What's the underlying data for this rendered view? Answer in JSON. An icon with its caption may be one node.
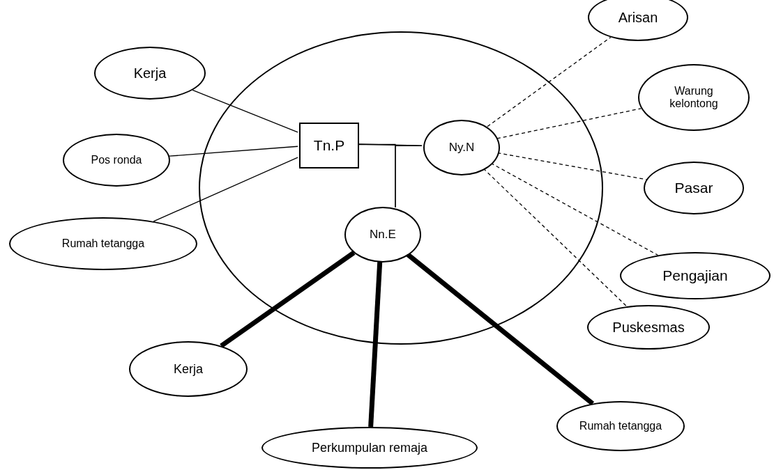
{
  "diagram": {
    "nodes": [
      {
        "text": [],
        "shape": "circle"
      },
      {
        "text": [
          "Tn.P"
        ],
        "in": 0
      },
      {
        "text": [
          "Ny.N"
        ],
        "in": 0
      },
      {
        "text": [
          "Nn.E"
        ],
        "in": 0
      },
      {
        "text": [
          "Kerja"
        ]
      },
      {
        "text": [
          "Pos ronda"
        ]
      },
      {
        "text": [
          "Rumah tetangga"
        ]
      },
      {
        "text": [
          "Arisan"
        ]
      },
      {
        "text": [
          "Warung kelontong"
        ]
      },
      {
        "text": [
          "Pasar"
        ]
      },
      {
        "text": [
          "Pengajian"
        ]
      },
      {
        "text": [
          "Puskesmas"
        ]
      },
      {
        "text": [
          "Kerja"
        ]
      },
      {
        "text": [
          "Perkumpulan remaja"
        ]
      },
      {
        "text": [
          "Rumah tetangga"
        ]
      }
    ],
    "edges": [
      {
        "from": 1,
        "to": 2,
        "arrow": "none"
      },
      {
        "from": 1,
        "to": 3,
        "arrow": "none"
      },
      {
        "from": 2,
        "to": 3,
        "arrow": "none"
      },
      {
        "from": 1,
        "to": 4,
        "arrow": "none"
      },
      {
        "from": 1,
        "to": 5,
        "arrow": "none"
      },
      {
        "from": 1,
        "to": 6,
        "arrow": "none"
      },
      {
        "from": 2,
        "to": 7,
        "arrow": "none",
        "style": "dashed"
      },
      {
        "from": 2,
        "to": 8,
        "arrow": "none",
        "style": "dashed"
      },
      {
        "from": 2,
        "to": 9,
        "arrow": "none",
        "style": "dashed"
      },
      {
        "from": 2,
        "to": 10,
        "arrow": "none",
        "style": "dashed"
      },
      {
        "from": 2,
        "to": 11,
        "arrow": "none",
        "style": "dashed"
      },
      {
        "from": 3,
        "to": 12,
        "arrow": "none",
        "style": "thick"
      },
      {
        "from": 3,
        "to": 13,
        "arrow": "none",
        "style": "thick"
      },
      {
        "from": 3,
        "to": 14,
        "arrow": "none",
        "style": "thick"
      }
    ]
  }
}
